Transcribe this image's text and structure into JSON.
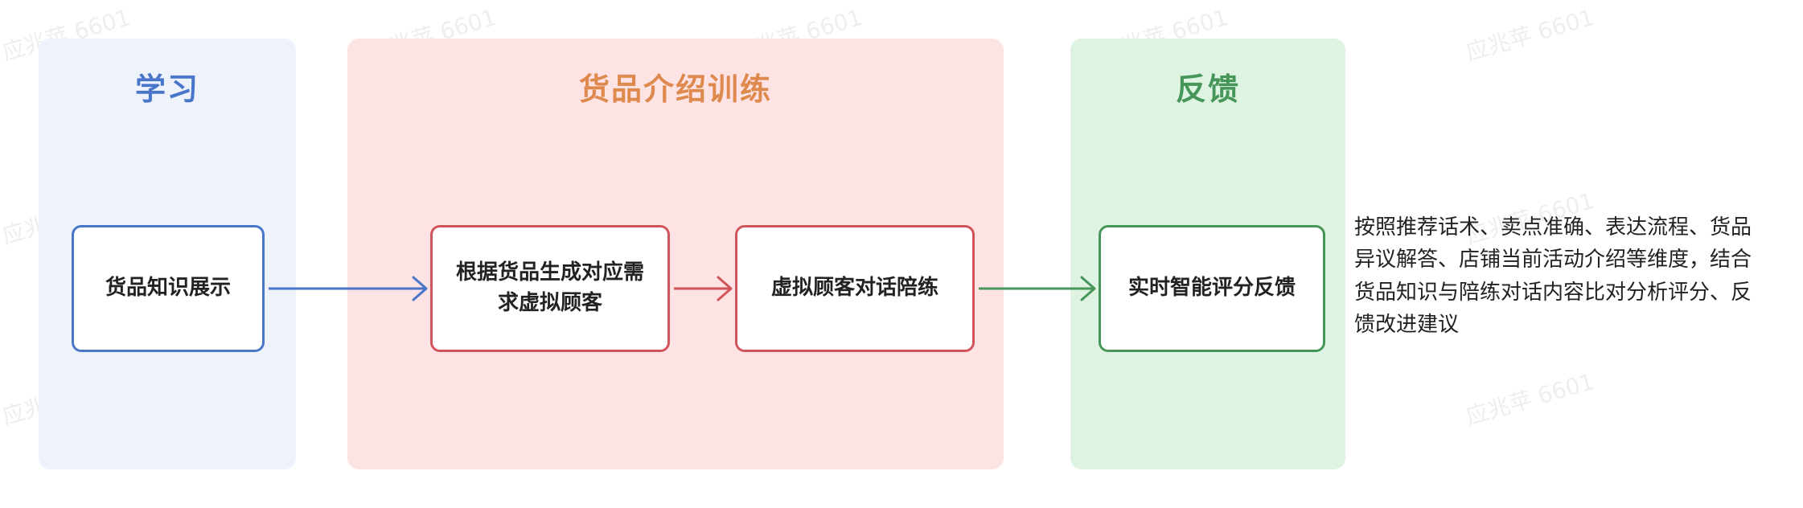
{
  "panels": {
    "learn": {
      "title": "学习"
    },
    "train": {
      "title": "货品介绍训练"
    },
    "feedback": {
      "title": "反馈"
    }
  },
  "nodes": {
    "knowledge": {
      "label": "货品知识展示"
    },
    "generate": {
      "label": "根据货品生成对应需求虚拟顾客"
    },
    "dialog": {
      "label": "虚拟顾客对话陪练"
    },
    "score": {
      "label": "实时智能评分反馈"
    }
  },
  "description": "按照推荐话术、卖点准确、表达流程、货品异议解答、店铺当前活动介绍等维度，结合货品知识与陪练对话内容比对分析评分、反馈改进建议",
  "watermark": "应兆苹 6601",
  "colors": {
    "learn_accent": "#4a76c9",
    "train_accent": "#d0545a",
    "train_title": "#de8a4f",
    "feedback_accent": "#46965a",
    "learn_bg": "#eef2fb",
    "train_bg": "#fde3e3",
    "feedback_bg": "#dff3e3"
  }
}
